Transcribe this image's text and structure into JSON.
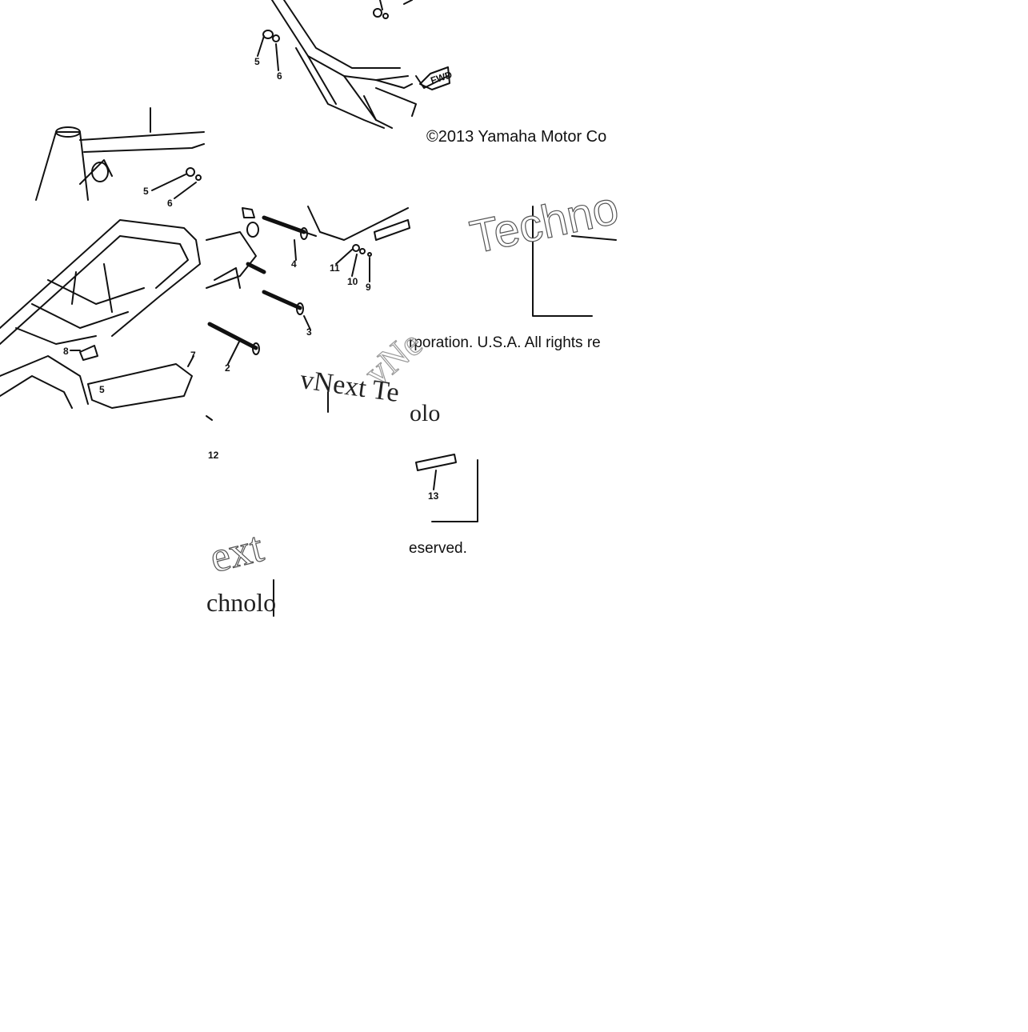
{
  "copyright": {
    "line1": "©2013 Yamaha Motor Co",
    "line2": "rporation. U.S.A. All rights re",
    "line3": "eserved."
  },
  "watermarks": {
    "w1": "Techno",
    "w2": "vNext Te",
    "w3": "ext",
    "w4": "chnolo",
    "w5": "vNe",
    "w6": "olo"
  },
  "callouts": [
    {
      "id": "c5a",
      "label": "5"
    },
    {
      "id": "c6a",
      "label": "6"
    },
    {
      "id": "c5b",
      "label": "5"
    },
    {
      "id": "c6b",
      "label": "6"
    },
    {
      "id": "c4",
      "label": "4"
    },
    {
      "id": "c3",
      "label": "3"
    },
    {
      "id": "c2",
      "label": "2"
    },
    {
      "id": "c11",
      "label": "11"
    },
    {
      "id": "c10",
      "label": "10"
    },
    {
      "id": "c9",
      "label": "9"
    },
    {
      "id": "c7",
      "label": "7"
    },
    {
      "id": "c8",
      "label": "8"
    },
    {
      "id": "c5c",
      "label": "5"
    },
    {
      "id": "c12",
      "label": "12"
    },
    {
      "id": "c13",
      "label": "13"
    }
  ],
  "fwd_label": "FWD",
  "colors": {
    "ink": "#111111",
    "paper": "#ffffff"
  }
}
